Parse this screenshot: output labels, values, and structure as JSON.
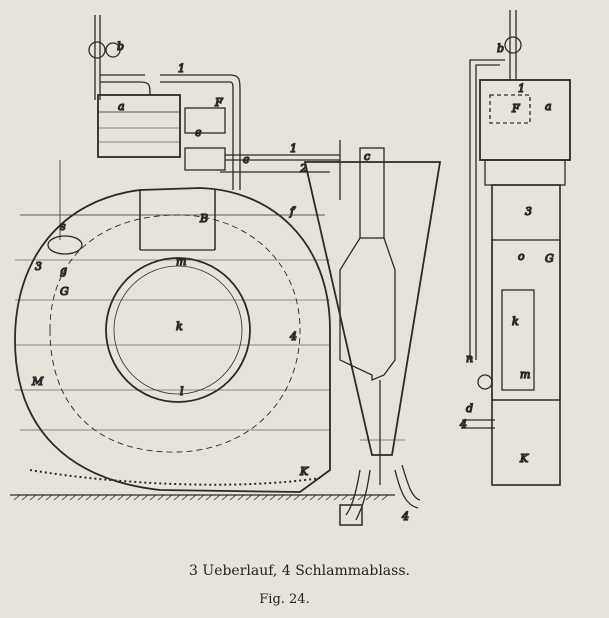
{
  "figure": {
    "caption_legend": "3 Ueberlauf,  4 Schlammablass.",
    "figure_number": "Fig. 24.",
    "labels_side_view": [
      "a",
      "b",
      "1",
      "F",
      "1",
      "e",
      "c",
      "e",
      "2",
      "B",
      "g",
      "f",
      "3",
      "4",
      "m",
      "k",
      "l",
      "G",
      "M",
      "K",
      "4",
      "s"
    ],
    "labels_front_view": [
      "b",
      "1",
      "F",
      "a",
      "3",
      "o",
      "G",
      "k",
      "m",
      "n",
      "d",
      "4",
      "K"
    ]
  }
}
